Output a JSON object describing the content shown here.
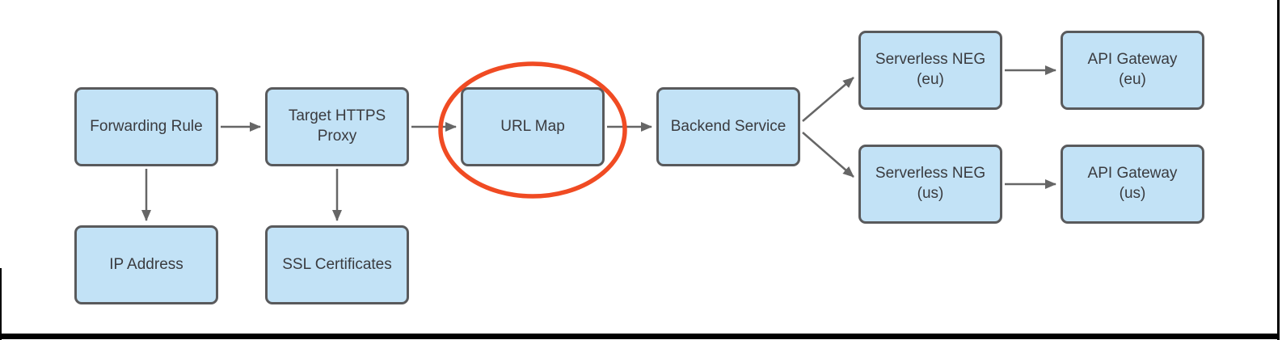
{
  "colors": {
    "node_fill": "#C2E2F6",
    "node_border": "#595A5C",
    "node_text": "#3A3B3F",
    "arrow": "#666666",
    "highlight_ellipse": "#F04B23",
    "frame_edge": "#000000",
    "background": "#FFFFFF"
  },
  "diagram": {
    "type": "flowchart",
    "nodes": [
      {
        "id": "forwarding-rule",
        "label": "Forwarding Rule"
      },
      {
        "id": "target-https-proxy",
        "label": "Target HTTPS\nProxy"
      },
      {
        "id": "url-map",
        "label": "URL Map",
        "highlighted": true
      },
      {
        "id": "backend-service",
        "label": "Backend Service"
      },
      {
        "id": "serverless-neg-eu",
        "label": "Serverless NEG\n(eu)"
      },
      {
        "id": "api-gateway-eu",
        "label": "API Gateway\n(eu)"
      },
      {
        "id": "serverless-neg-us",
        "label": "Serverless NEG\n(us)"
      },
      {
        "id": "api-gateway-us",
        "label": "API Gateway\n(us)"
      },
      {
        "id": "ip-address",
        "label": "IP Address"
      },
      {
        "id": "ssl-certificates",
        "label": "SSL Certificates"
      }
    ],
    "edges": [
      {
        "from": "forwarding-rule",
        "to": "target-https-proxy"
      },
      {
        "from": "target-https-proxy",
        "to": "url-map"
      },
      {
        "from": "url-map",
        "to": "backend-service"
      },
      {
        "from": "backend-service",
        "to": "serverless-neg-eu"
      },
      {
        "from": "backend-service",
        "to": "serverless-neg-us"
      },
      {
        "from": "serverless-neg-eu",
        "to": "api-gateway-eu"
      },
      {
        "from": "serverless-neg-us",
        "to": "api-gateway-us"
      },
      {
        "from": "forwarding-rule",
        "to": "ip-address"
      },
      {
        "from": "target-https-proxy",
        "to": "ssl-certificates"
      }
    ],
    "highlight": {
      "shape": "ellipse",
      "around": "url-map",
      "color": "#F04B23"
    }
  }
}
